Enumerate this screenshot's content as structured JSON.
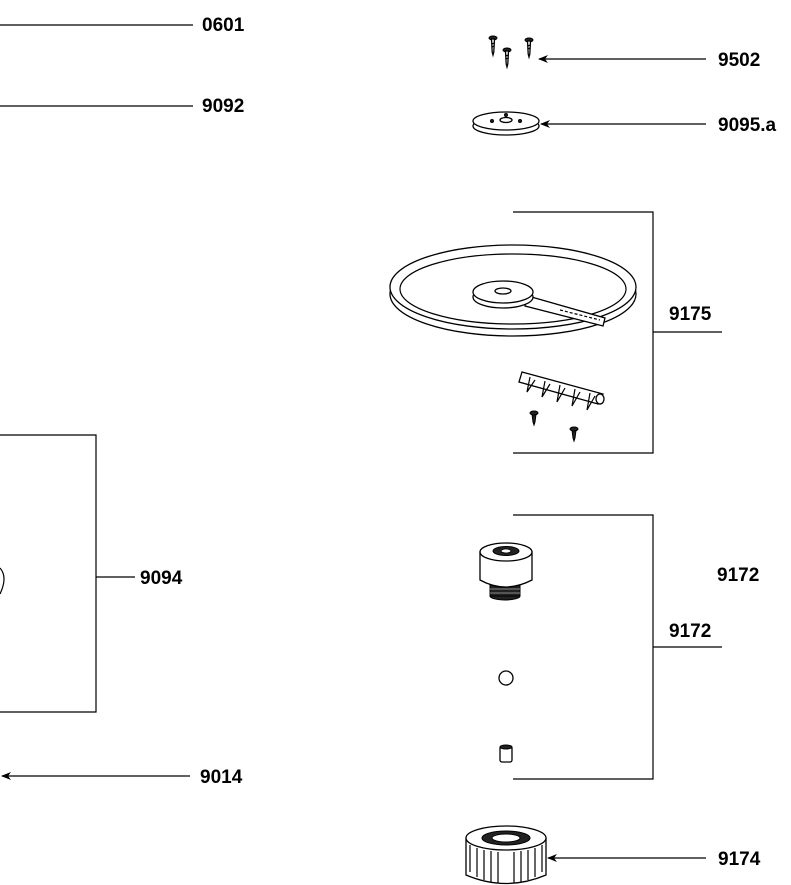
{
  "diagram": {
    "labels": {
      "l0601": "0601",
      "l9092": "9092",
      "l9502": "9502",
      "l9095a": "9095.a",
      "l9175": "9175",
      "l9094": "9094",
      "l9172a": "9172",
      "l9172b": "9172",
      "l9014": "9014",
      "l9174": "9174"
    }
  }
}
